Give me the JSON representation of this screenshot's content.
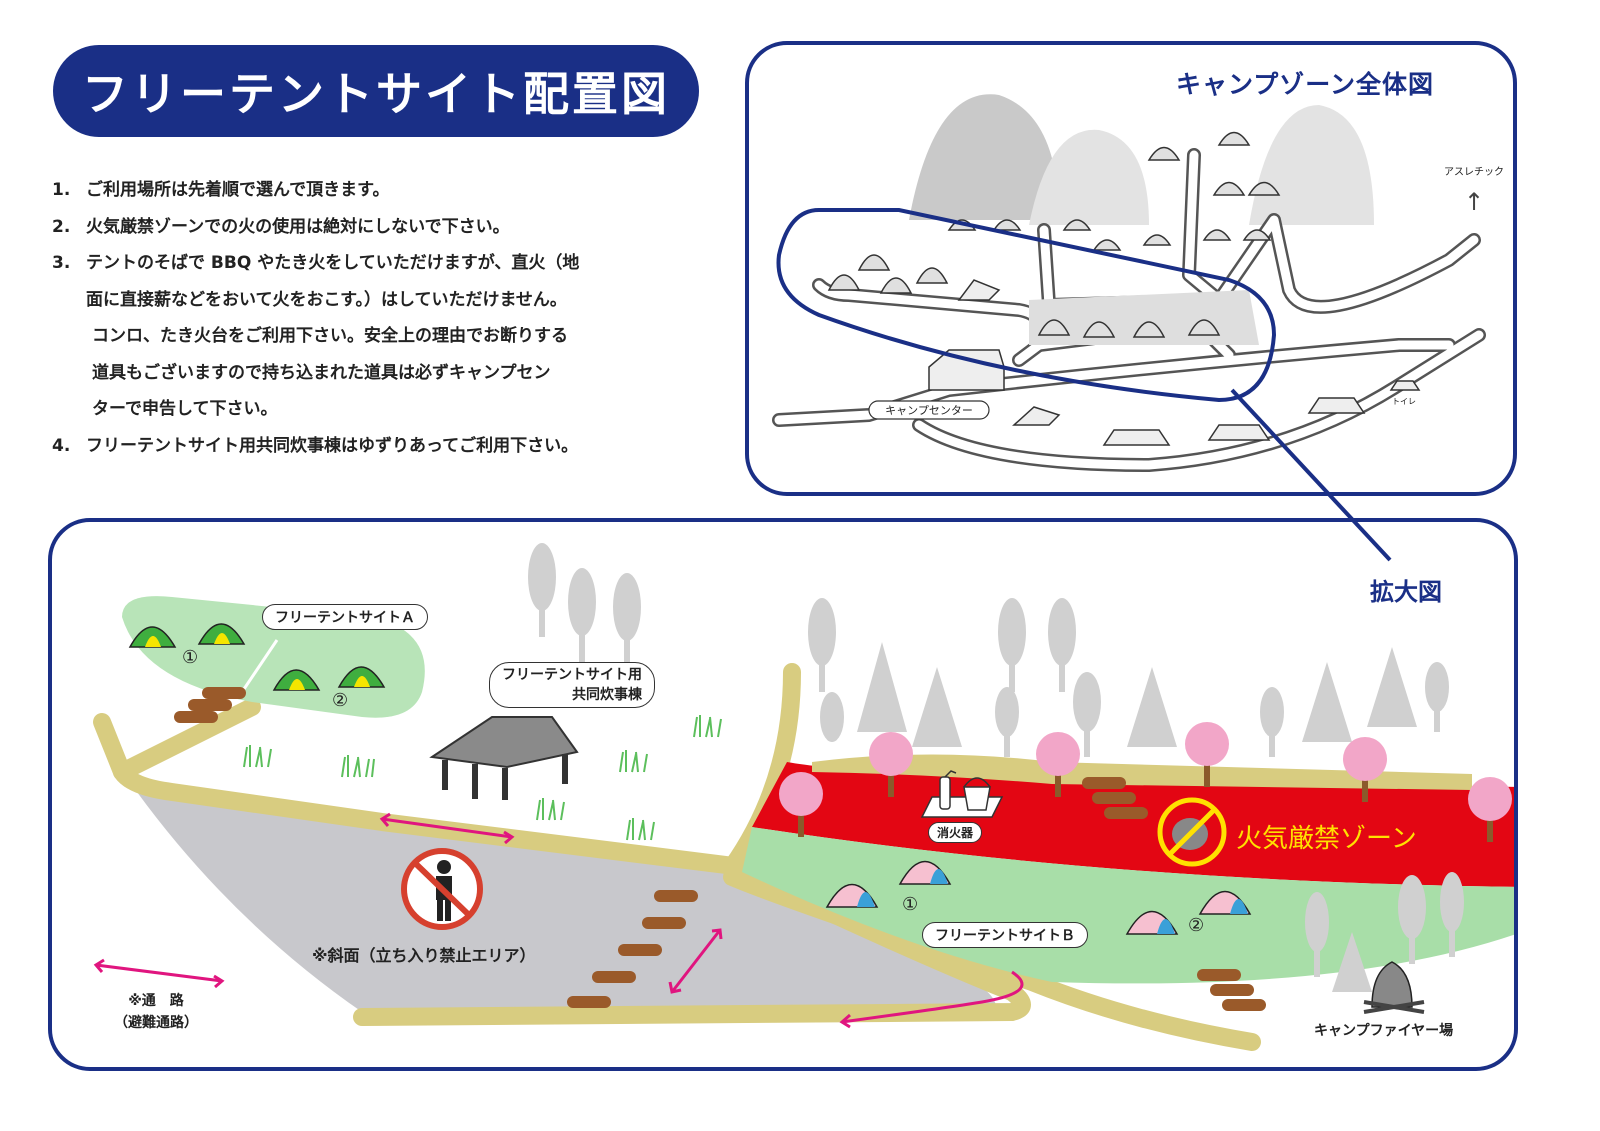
{
  "page": {
    "title": "フリーテントサイト配置図",
    "rules": [
      {
        "num": "1.",
        "lines": [
          "ご利用場所は先着順で選んで頂きます。"
        ]
      },
      {
        "num": "2.",
        "lines": [
          "火気厳禁ゾーンでの火の使用は絶対にしないで下さい。"
        ]
      },
      {
        "num": "3.",
        "lines": [
          "テントのそばで BBQ やたき火をしていただけますが、直火（地",
          "面に直接薪などをおいて火をおこす。）はしていただけません。",
          "コンロ、たき火台をご利用下さい。安全上の理由でお断りする",
          "道具もございますので持ち込まれた道具は必ずキャンプセン",
          "ターで申告して下さい。"
        ]
      },
      {
        "num": "4.",
        "lines": [
          "フリーテントサイト用共同炊事棟はゆずりあってご利用下さい。"
        ]
      }
    ]
  },
  "overview": {
    "title": "キャンプゾーン全体図",
    "labels": {
      "athletic": "アスレチック",
      "arrow_up": "↑",
      "camp_center": "キャンプセンター",
      "toilet": "トイレ"
    }
  },
  "zoom": {
    "label": "拡大図",
    "site_a": "フリーテントサイトＡ",
    "site_a_num1": "①",
    "site_a_num2": "②",
    "kitchen_line1": "フリーテントサイト用",
    "kitchen_line2": "共同炊事棟",
    "fire_ban_zone": "火気厳禁ゾーン",
    "extinguisher": "消火器",
    "site_b": "フリーテントサイトＢ",
    "site_b_num1": "①",
    "site_b_num2": "②",
    "slope_note": "※斜面（立ち入り禁止エリア）",
    "path_line1": "※通　路",
    "path_line2": "（避難通路）",
    "campfire": "キャンプファイヤー場"
  },
  "colors": {
    "navy": "#1a2f86",
    "fire_zone": "#e30613",
    "fire_text": "#ffe100",
    "site_green": "#a8dea8",
    "path_tan": "#d8cc80",
    "slope_gray": "#c8c8cc",
    "arrow_pink": "#e0157f",
    "cherry_pink": "#f2a6c8",
    "tent_pink": "#f6c0d0",
    "tent_blue": "#3aa0d8",
    "tent_green": "#3fae3f",
    "tent_yellow": "#f5e500"
  },
  "icons": [
    "no-entry-person-icon",
    "no-fire-icon",
    "fire-extinguisher-icon",
    "bucket-icon",
    "campfire-icon",
    "tent-icon",
    "cherry-tree-icon",
    "pine-tree-icon",
    "log-step-icon",
    "pavilion-icon",
    "grass-icon",
    "double-arrow-icon"
  ]
}
